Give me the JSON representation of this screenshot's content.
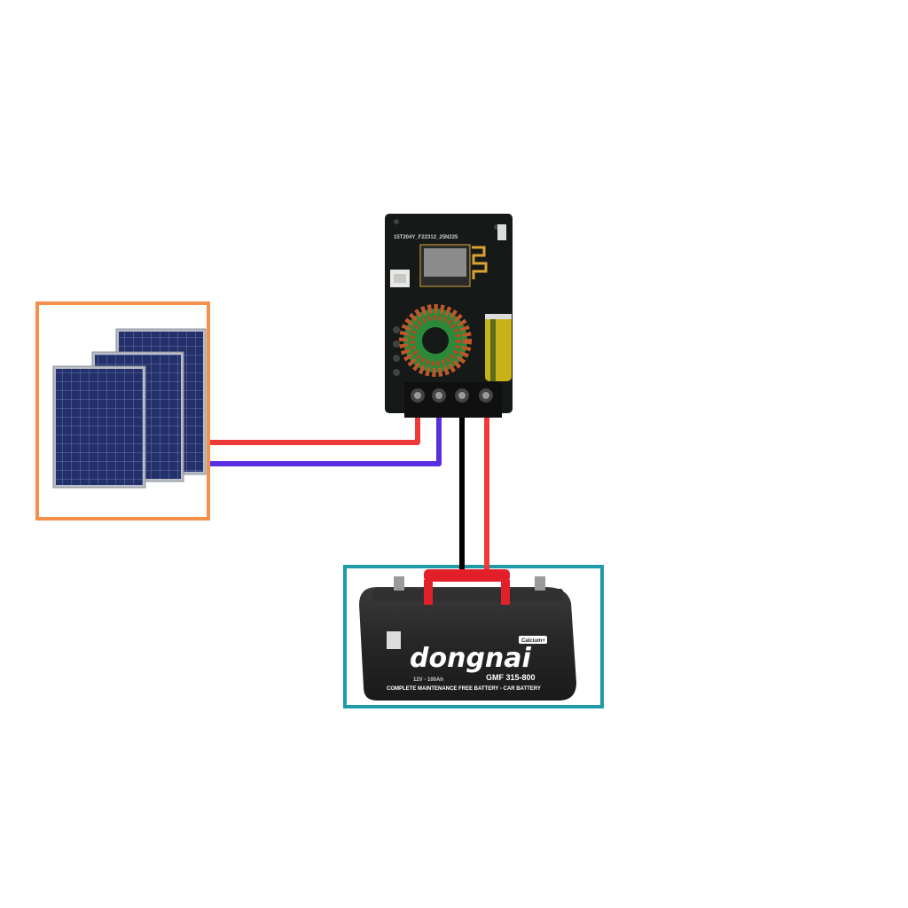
{
  "diagram": {
    "solar_panels": {
      "count": 3,
      "frame_color": "#f4904a"
    },
    "controller": {
      "board_color": "#151a18",
      "silkscreen": "15T204Y_F22312_25N225",
      "terminal_count": 4
    },
    "battery": {
      "frame_color": "#1f9aa8",
      "brand": "dongnai",
      "model": "GMF 315-800",
      "tagline": "COMPLETE MAINTENANCE FREE BATTERY - CAR BATTERY",
      "rating": "12V - 100Ah",
      "badge": "Calcium+"
    },
    "wires": {
      "positive_color": "#f03a3a",
      "negative_pv_color": "#5a2fe0",
      "negative_batt_color": "#000000"
    }
  }
}
